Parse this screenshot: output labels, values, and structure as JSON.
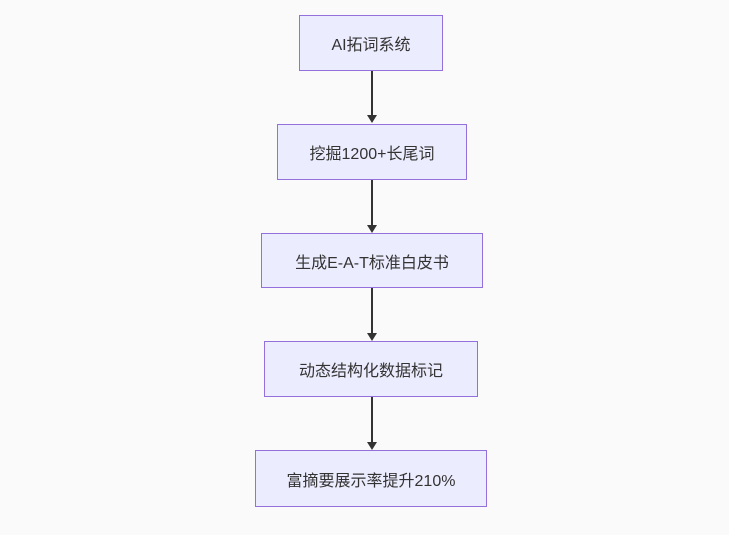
{
  "diagram": {
    "type": "flowchart",
    "direction": "top-down",
    "nodes": [
      {
        "id": "A",
        "label": "AI拓词系统"
      },
      {
        "id": "B",
        "label": "挖掘1200+长尾词"
      },
      {
        "id": "C",
        "label": "生成E-A-T标准白皮书"
      },
      {
        "id": "D",
        "label": "动态结构化数据标记"
      },
      {
        "id": "E",
        "label": "富摘要展示率提升210%"
      }
    ],
    "edges": [
      {
        "from": "A",
        "to": "B"
      },
      {
        "from": "B",
        "to": "C"
      },
      {
        "from": "C",
        "to": "D"
      },
      {
        "from": "D",
        "to": "E"
      }
    ]
  },
  "theme": {
    "background": "#fafafa",
    "node_fill": "#ececff",
    "node_border": "#9370db",
    "text_color": "#333333",
    "arrow_color": "#333333"
  }
}
